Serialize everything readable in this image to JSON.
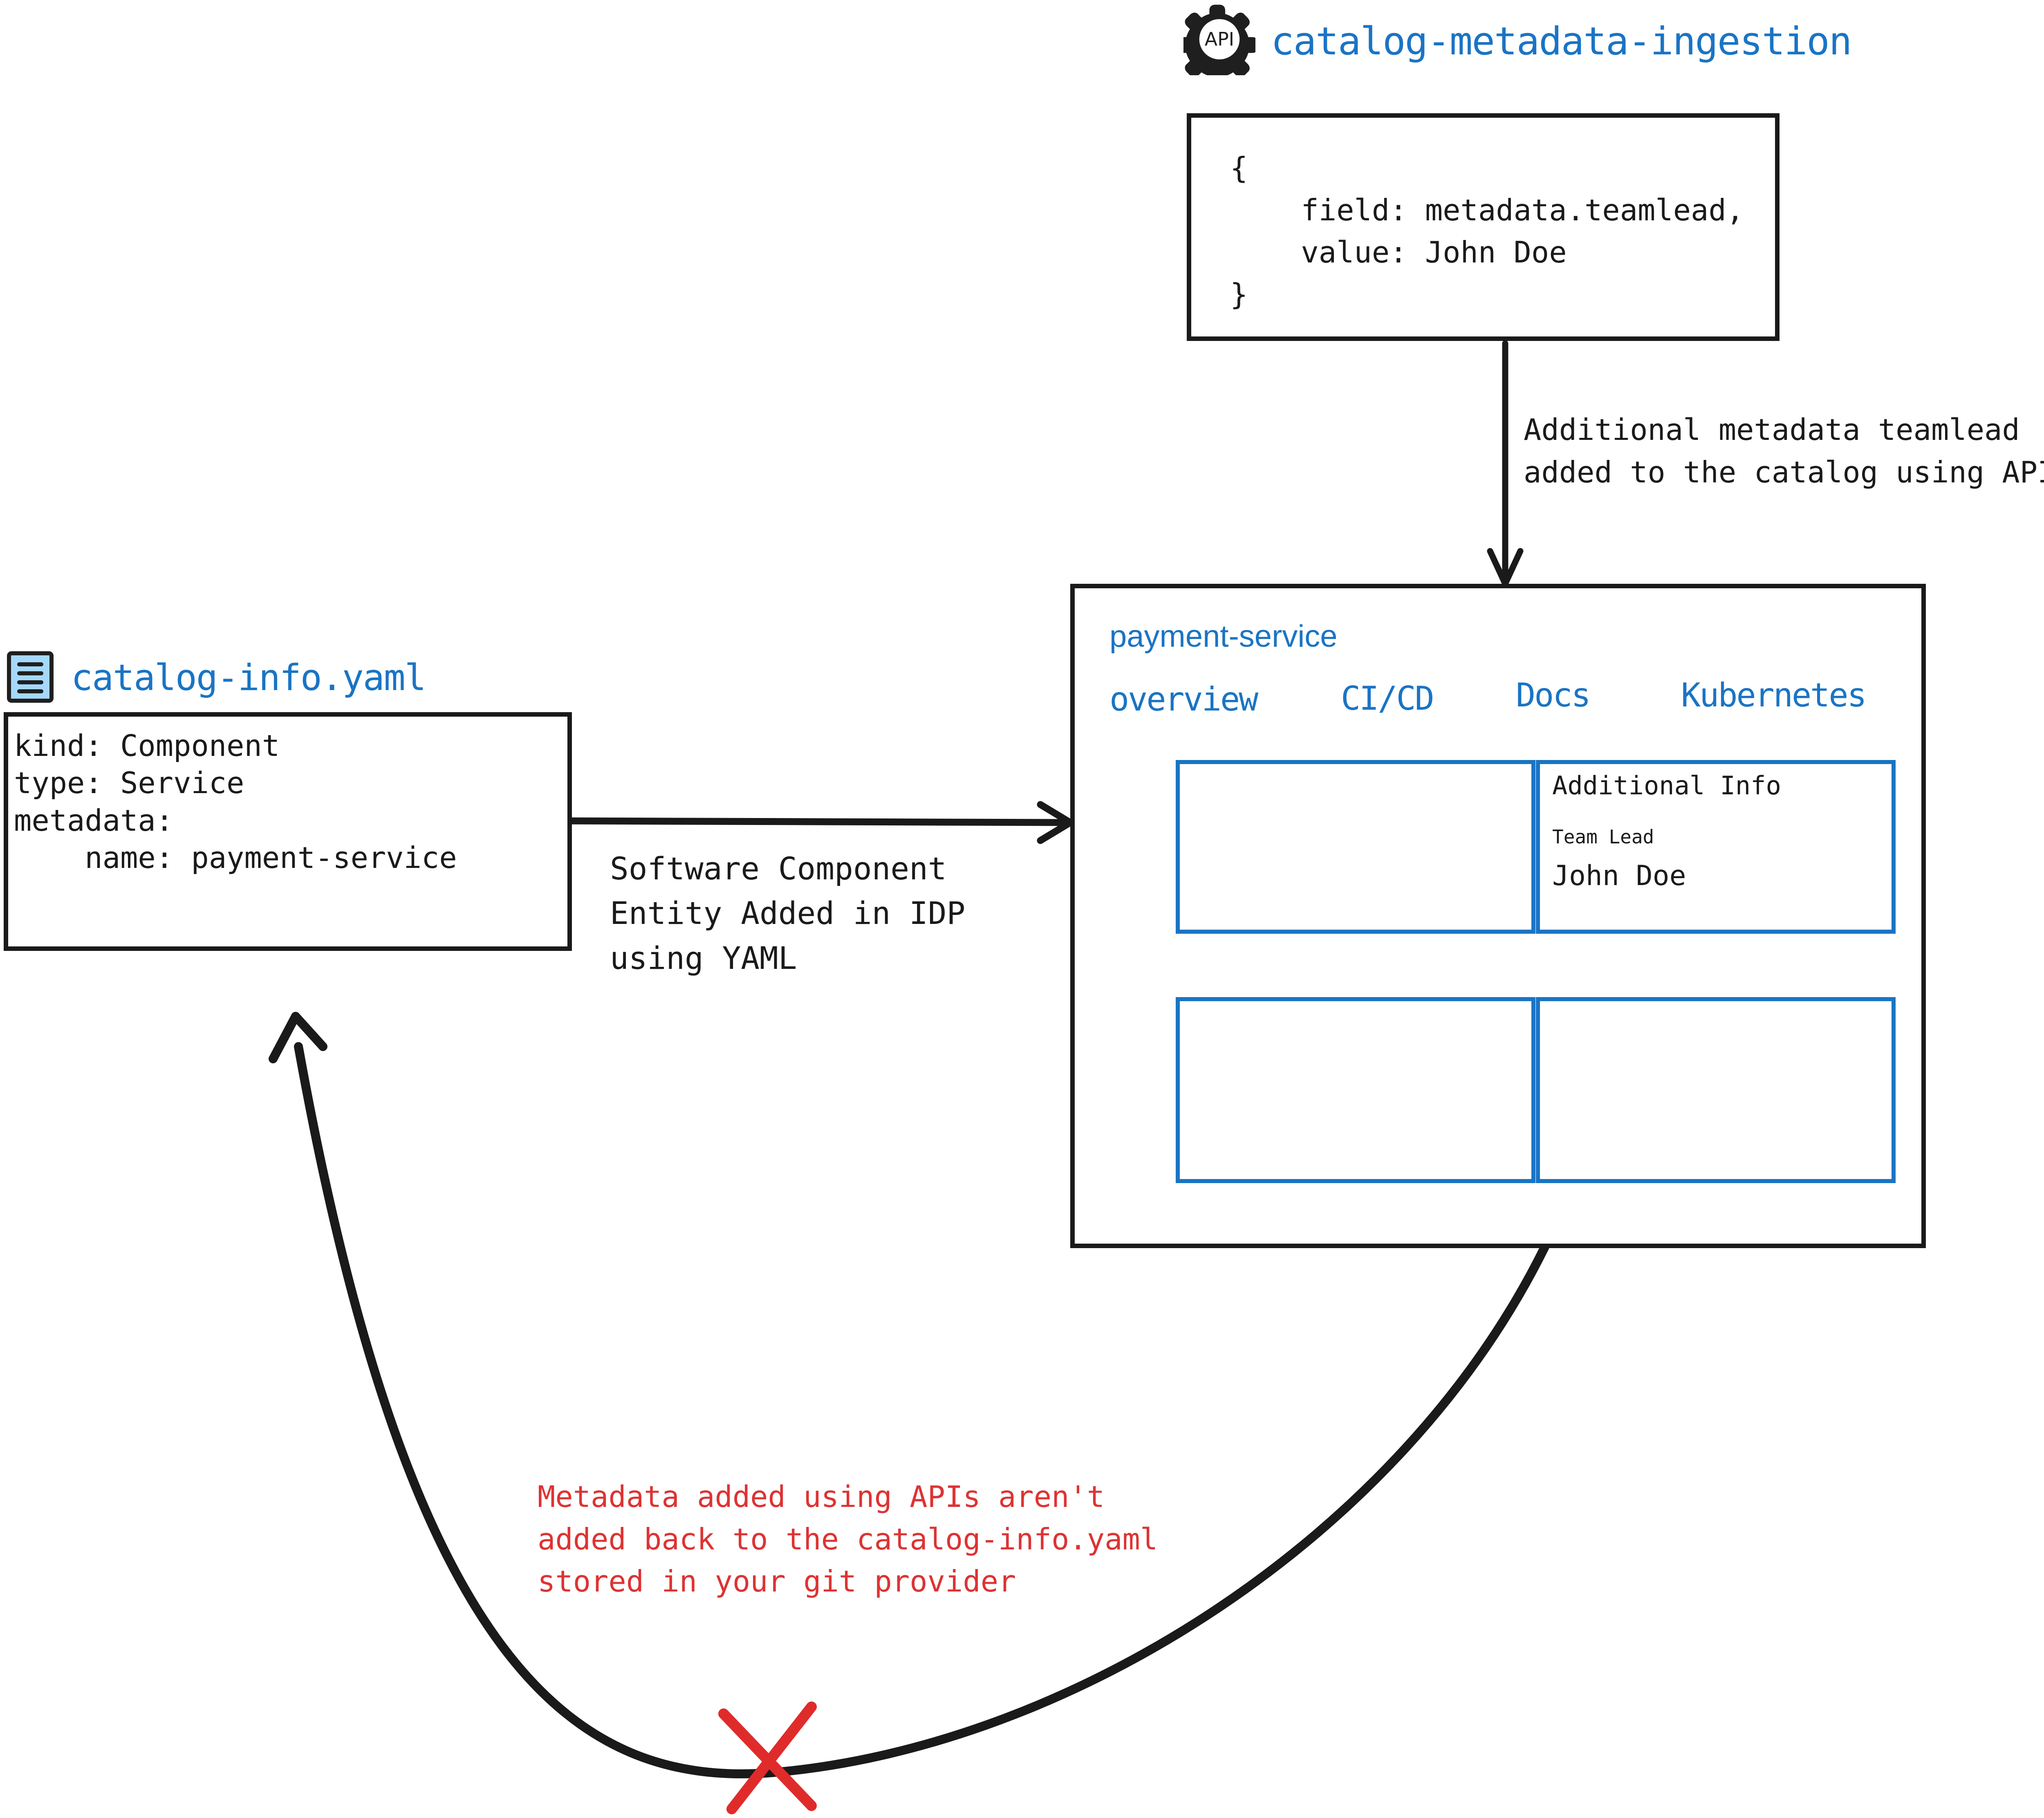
{
  "api_block": {
    "icon": "api-gear-icon",
    "icon_text": "API",
    "title": "catalog-metadata-ingestion",
    "code": "{\n    field: metadata.teamlead,\n    value: John Doe\n}",
    "title_color": "#1a74c4"
  },
  "arrows": {
    "api_to_panel_label": "Additional metadata teamlead\nadded to the catalog using APIs",
    "yaml_to_panel_label": "Software Component\nEntity Added in IDP\nusing YAML",
    "blocked_label": "Metadata added using APIs aren't\nadded back to the catalog-info.yaml\nstored in your git provider",
    "blocked_color": "#dd3333",
    "blocked_marker": "red-x-mark"
  },
  "yaml_block": {
    "icon": "yaml-file-icon",
    "title": "catalog-info.yaml",
    "title_color": "#1a74c4",
    "icon_fill": "#a5d8fb",
    "code": "kind: Component\ntype: Service\nmetadata:\n    name: payment-service"
  },
  "service_panel": {
    "name": "payment-service",
    "name_color": "#1a74c4",
    "accent_color": "#1a74c4",
    "tabs": [
      {
        "label": "overview"
      },
      {
        "label": "CI/CD"
      },
      {
        "label": "Docs"
      },
      {
        "label": "Kubernetes"
      }
    ],
    "cards": [
      {
        "name": "overview-card-top",
        "title": "",
        "fields": []
      },
      {
        "name": "additional-info-card",
        "title": "Additional Info",
        "fields": [
          {
            "label": "Team Lead",
            "value": "John Doe"
          }
        ]
      },
      {
        "name": "overview-card-bottom",
        "title": "",
        "fields": []
      },
      {
        "name": "bottom-right-card",
        "title": "",
        "fields": []
      }
    ]
  }
}
